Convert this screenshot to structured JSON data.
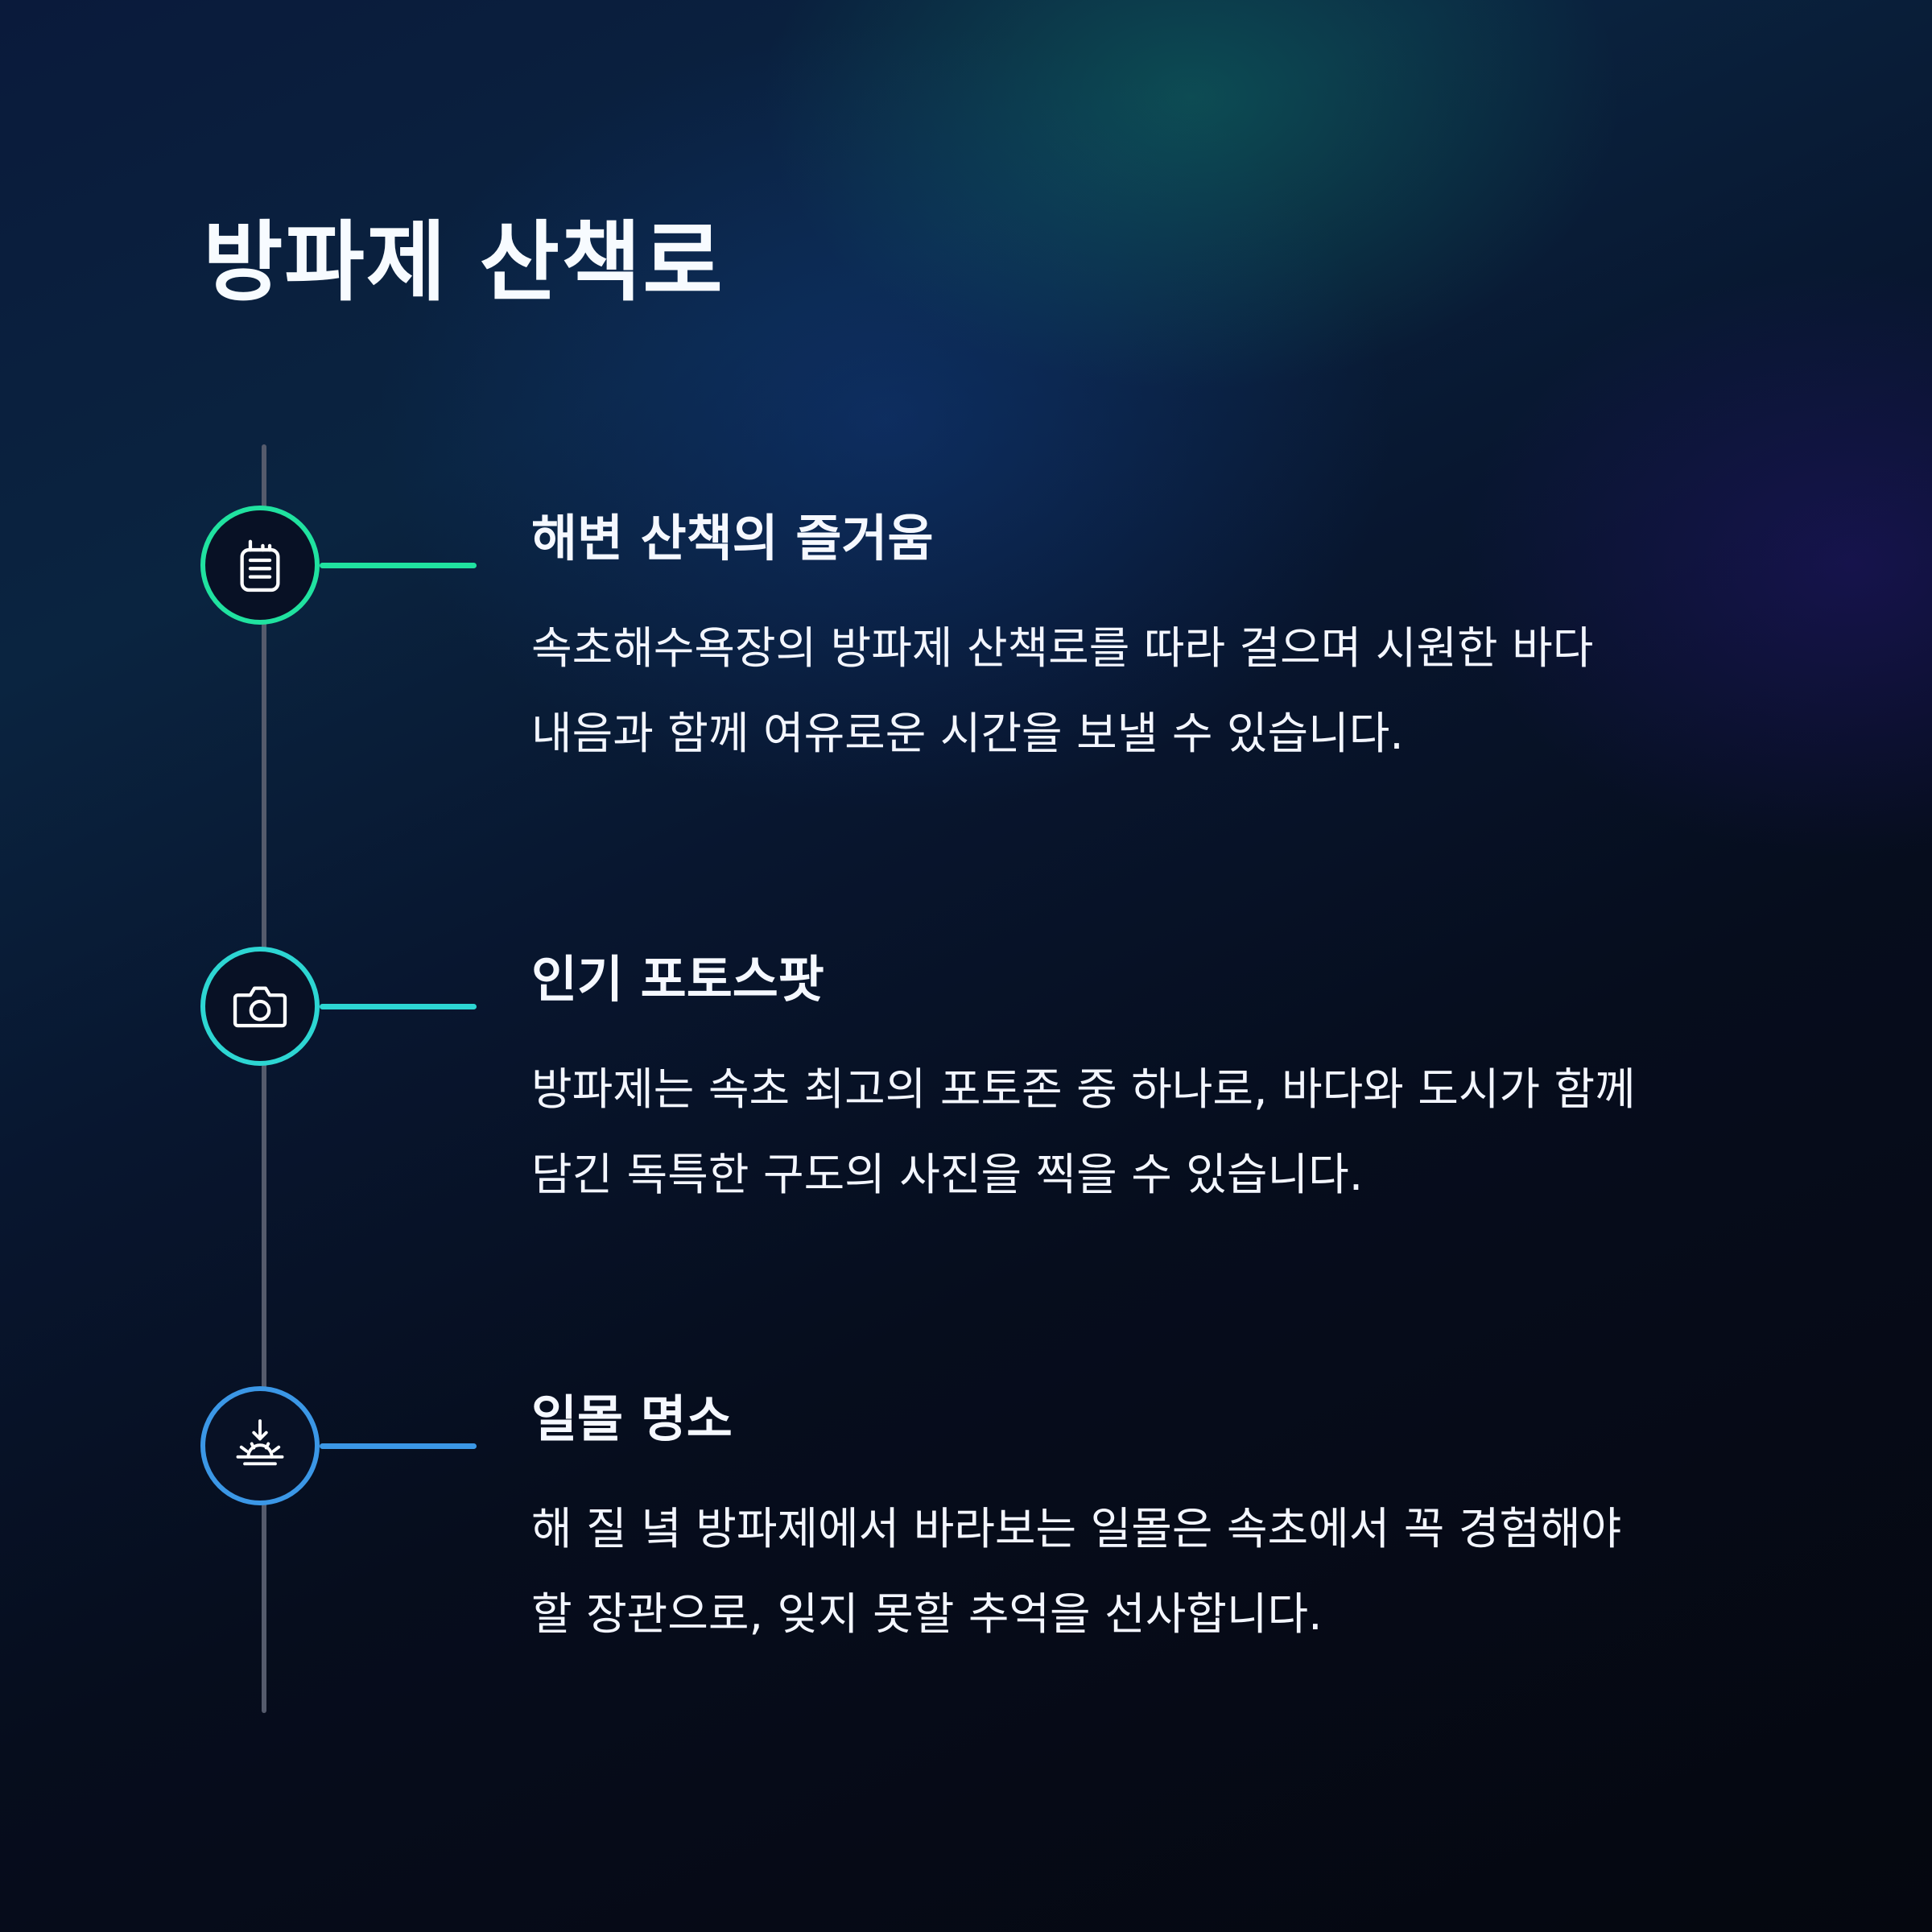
{
  "title": "방파제 산책로",
  "colors": {
    "accent_1": "#20e2a0",
    "accent_2": "#2dd6d3",
    "accent_3": "#3b97e6",
    "line": "#555b6c"
  },
  "items": [
    {
      "icon": "walkie-talkie-icon",
      "title": "해변 산책의 즐거움",
      "description": "속초해수욕장의 방파제 산책로를 따라 걸으며 시원한 바다\n내음과 함께 여유로운 시간을 보낼 수 있습니다."
    },
    {
      "icon": "camera-icon",
      "title": "인기 포토스팟",
      "description": "방파제는 속초 최고의 포토존 중 하나로, 바다와 도시가 함께\n담긴 독특한 구도의 사진을 찍을 수 있습니다."
    },
    {
      "icon": "sunset-icon",
      "title": "일몰 명소",
      "description": "해 질 녘 방파제에서 바라보는 일몰은 속초에서 꼭 경험해야\n할 장관으로, 잊지 못할 추억을 선사합니다."
    }
  ]
}
